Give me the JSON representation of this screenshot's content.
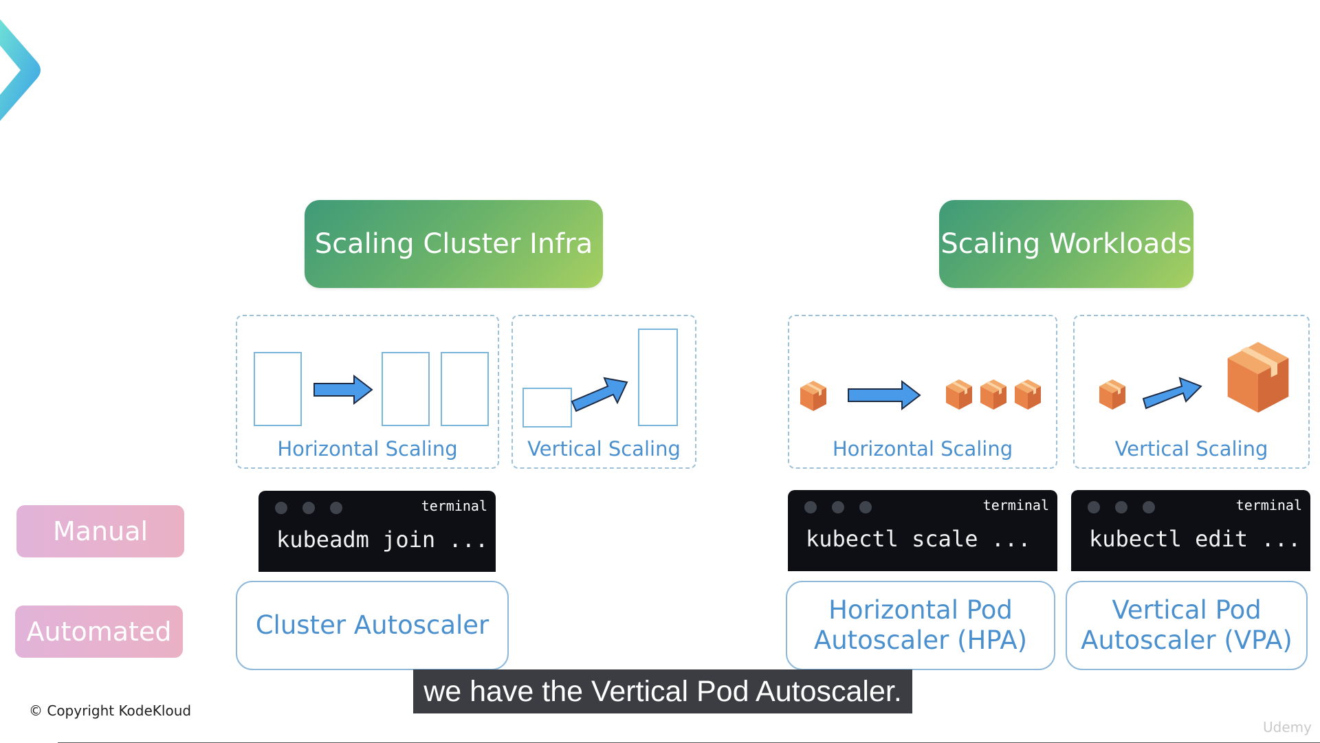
{
  "headers": {
    "infra": "Scaling Cluster Infra",
    "workloads": "Scaling Workloads"
  },
  "panels": {
    "infra_horizontal": "Horizontal Scaling",
    "infra_vertical": "Vertical Scaling",
    "workload_horizontal": "Horizontal Scaling",
    "workload_vertical": "Vertical Scaling"
  },
  "terminals": [
    {
      "title": "terminal",
      "command": "kubeadm join ..."
    },
    {
      "title": "terminal",
      "command": "kubectl scale ..."
    },
    {
      "title": "terminal",
      "command": "kubectl edit ..."
    }
  ],
  "rows": {
    "manual": "Manual",
    "automated": "Automated"
  },
  "autoscalers": {
    "cluster": "Cluster Autoscaler",
    "hpa_line1": "Horizontal Pod",
    "hpa_line2": "Autoscaler (HPA)",
    "vpa_line1": "Vertical Pod",
    "vpa_line2": "Autoscaler (VPA)"
  },
  "caption": "we have the Vertical Pod Autoscaler.",
  "copyright": "© Copyright KodeKloud",
  "watermark": "Udemy",
  "colors": {
    "accent_blue": "#4a90cf",
    "arrow_blue": "#4a9aea",
    "box_orange": "#e8834a",
    "header_green_start": "#3e9a78",
    "header_green_end": "#a7d061",
    "row_pink": "#e6b3d3"
  }
}
